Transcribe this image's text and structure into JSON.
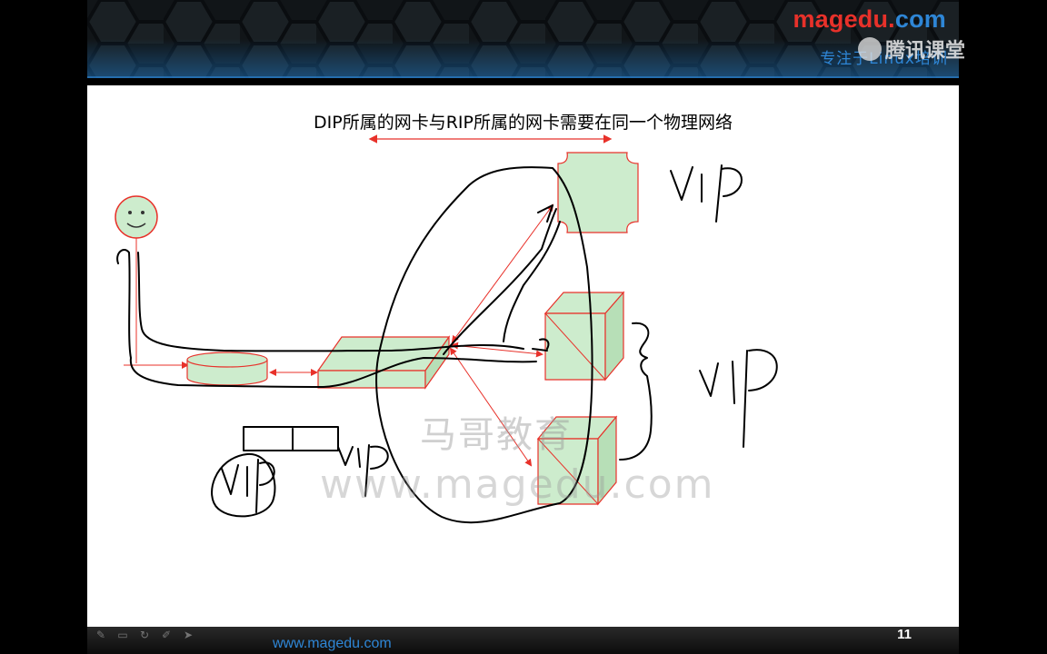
{
  "banner": {
    "brand_main": "magedu",
    "brand_dot": ".",
    "brand_tld": "com",
    "tagline": "专注于Linux培训",
    "overlay_logo_text": "腾讯课堂"
  },
  "slide": {
    "title": "DIP所属的网卡与RIP所属的网卡需要在同一个物理网络",
    "watermark_cn": "马哥教育",
    "watermark_url": "www.magedu.com",
    "handwriting": {
      "vip_top": "VIP",
      "vip_right": "VIP",
      "vip_bottom": "VIP",
      "vip_circle": "VIP"
    }
  },
  "bottom": {
    "url": "www.magedu.com",
    "page_number": "11",
    "tools": [
      "pen-icon",
      "screen-icon",
      "refresh-icon",
      "marker-icon",
      "pointer-icon"
    ]
  },
  "colors": {
    "brand_red": "#e8312a",
    "brand_blue": "#2e86d6",
    "shape_fill": "#cdeccd",
    "shape_stroke": "#e8312a",
    "ink": "#000000"
  }
}
